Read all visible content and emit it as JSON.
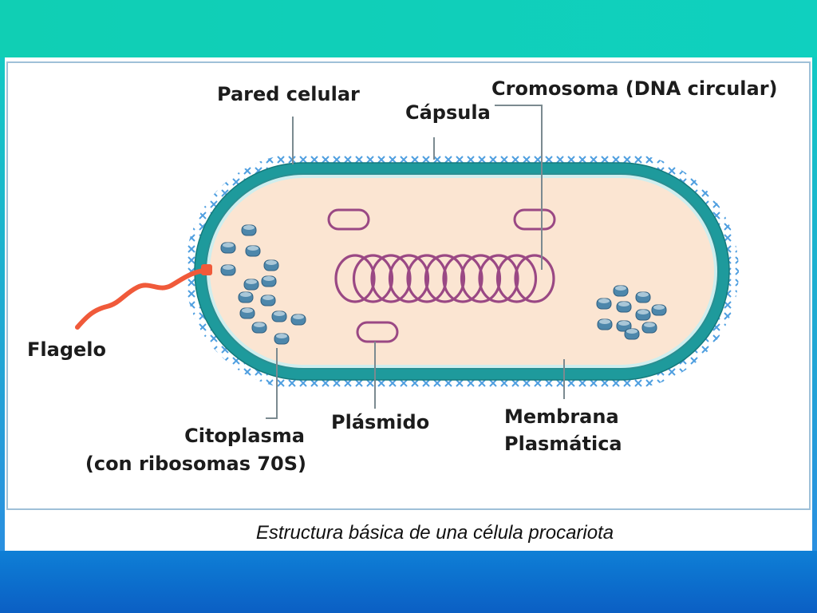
{
  "colors": {
    "capsule": "#4f9fe0",
    "wall": "#1e9a9c",
    "cytoplasm": "#fbe5d2",
    "dna": "#9a4884",
    "flagellum": "#f05a3a",
    "ribosome": "#4d87ab"
  },
  "labels": {
    "pared_celular": "Pared celular",
    "capsula": "Cápsula",
    "cromosoma": "Cromosoma (DNA circular)",
    "flagelo": "Flagelo",
    "citoplasma_1": "Citoplasma",
    "citoplasma_2": "(con ribosomas 70S)",
    "plasmido": "Plásmido",
    "membrana_1": "Membrana",
    "membrana_2": "Plasmática"
  },
  "caption": "Estructura básica de una célula procariota"
}
